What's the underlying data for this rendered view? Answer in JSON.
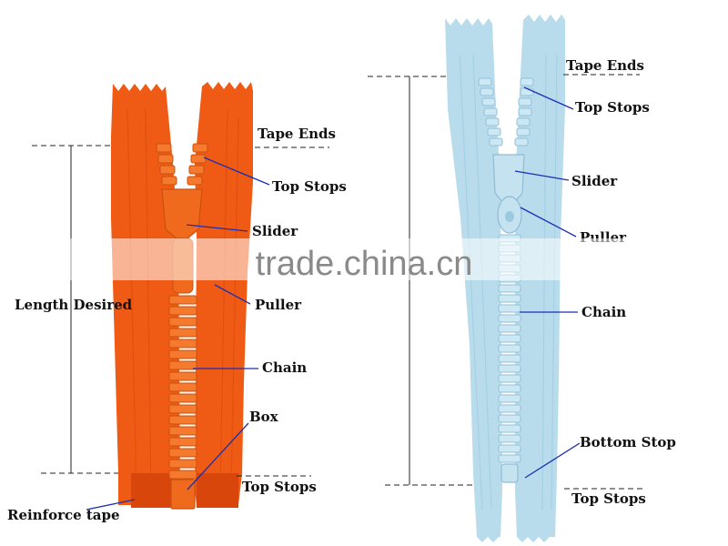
{
  "colors": {
    "orange_tape": "#ef5a14",
    "orange_teeth": "#f57a2e",
    "blue_tape": "#b9dcec",
    "blue_teeth": "#cde8f5",
    "leader_line": "#1a2fb3",
    "dimension_line": "#222222"
  },
  "orange_zipper": {
    "labels": {
      "tape_ends": "Tape Ends",
      "top_stops_upper": "Top Stops",
      "slider": "Slider",
      "length_desired": "Length Desired",
      "puller": "Puller",
      "chain": "Chain",
      "box": "Box",
      "top_stops_lower": "Top Stops",
      "reinforce_tape": "Reinforce tape"
    }
  },
  "blue_zipper": {
    "labels": {
      "tape_ends": "Tape Ends",
      "top_stops_upper": "Top Stops",
      "slider": "Slider",
      "puller": "Puller",
      "chain": "Chain",
      "bottom_stop": "Bottom Stop",
      "top_stops_lower": "Top Stops"
    }
  },
  "watermark": "trade.china.cn"
}
